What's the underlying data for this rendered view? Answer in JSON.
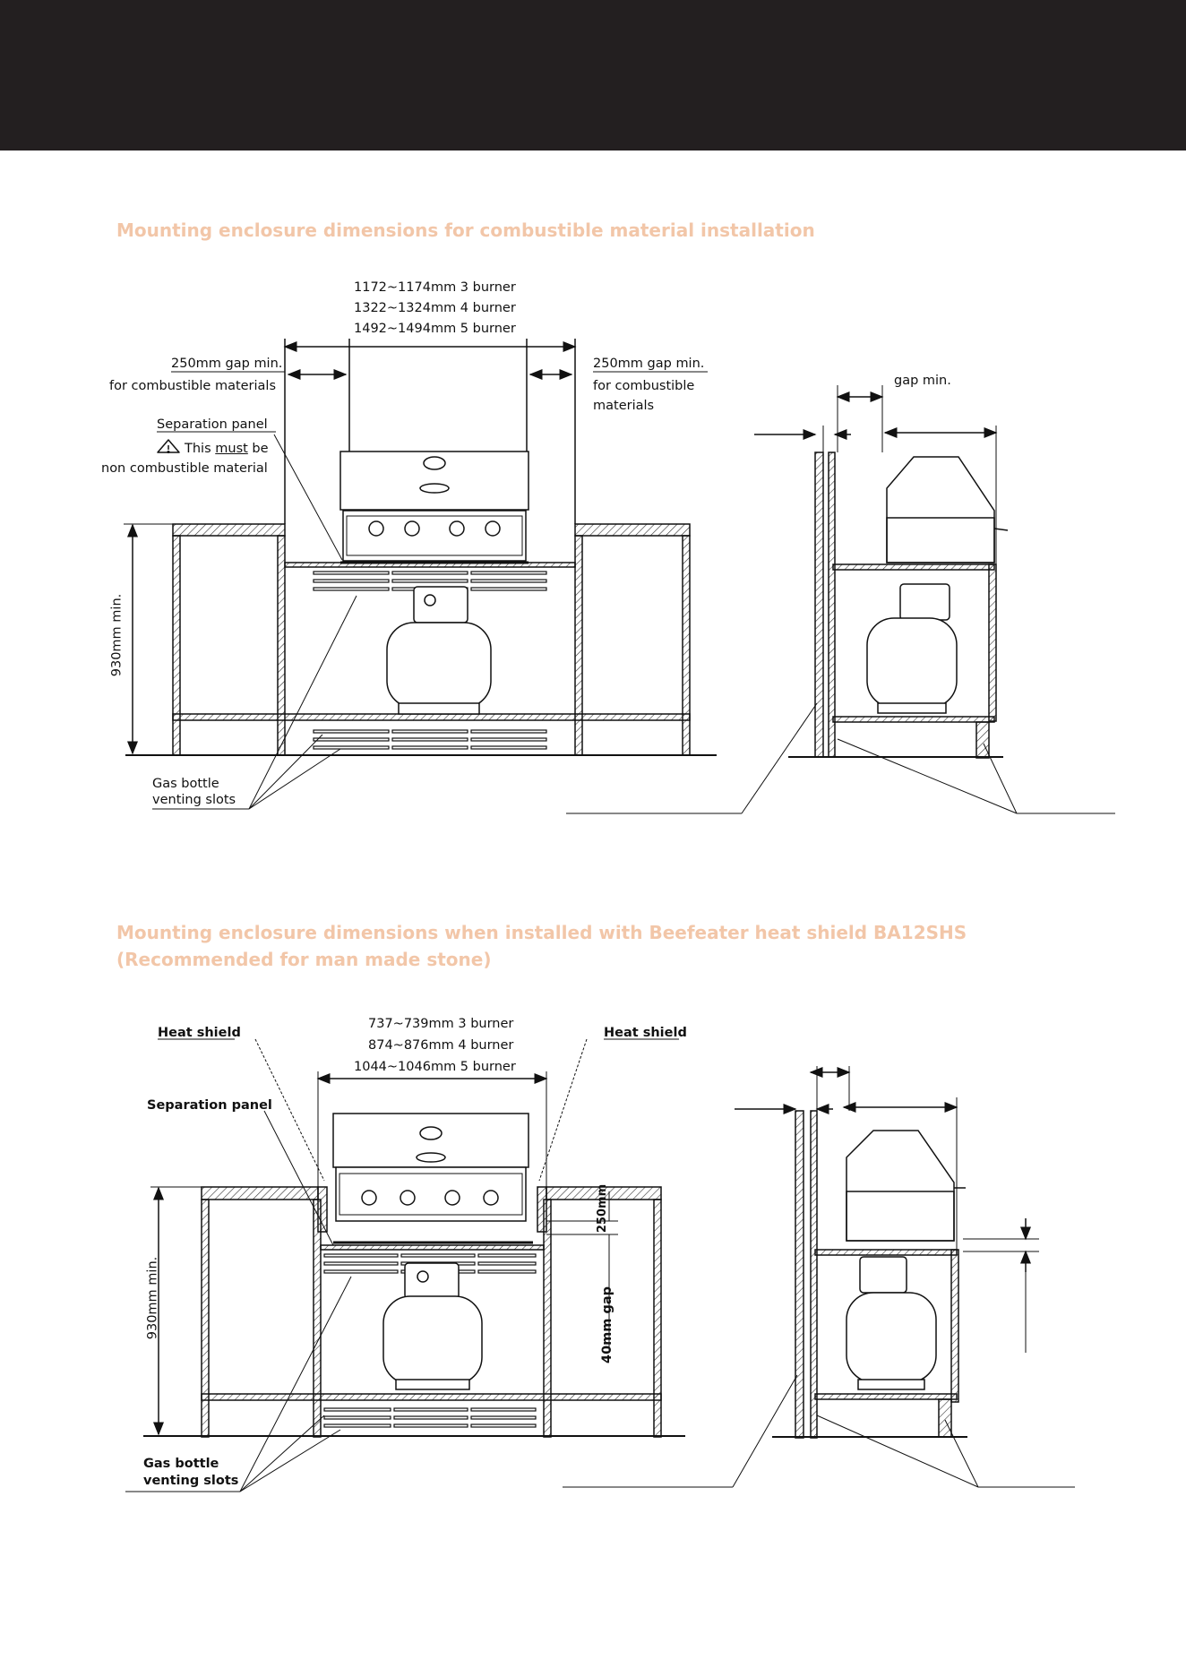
{
  "section1": {
    "title": "Mounting enclosure dimensions for combustible material installation",
    "width_lines": [
      "1172~1174mm 3 burner",
      "1322~1324mm 4 burner",
      "1492~1494mm 5 burner"
    ],
    "left_gap_line1": "250mm gap min.",
    "left_gap_line2": "for combustible materials",
    "right_gap_line1": "250mm gap min.",
    "right_gap_line2": "for combustible",
    "right_gap_line3": "materials",
    "sep_panel": "Separation panel",
    "must_prefix": "This ",
    "must_word": "must",
    "must_suffix": " be",
    "must_line2": "non combustible material",
    "height": "930mm min.",
    "venting_line1": "Gas bottle",
    "venting_line2": "venting slots",
    "side_gap": "gap min."
  },
  "section2": {
    "title_line1": "Mounting enclosure dimensions when installed with Beefeater heat shield BA12SHS",
    "title_line2": "(Recommended for man made stone)",
    "heat_shield_left": "Heat shield",
    "heat_shield_right": "Heat shield",
    "width_lines": [
      "737~739mm 3 burner",
      "874~876mm 4 burner",
      "1044~1046mm 5 burner"
    ],
    "sep_panel": "Separation panel",
    "height": "930mm min.",
    "gap_250": "250mm",
    "gap_40": "40mm gap",
    "venting_line1": "Gas bottle",
    "venting_line2": "venting slots"
  }
}
